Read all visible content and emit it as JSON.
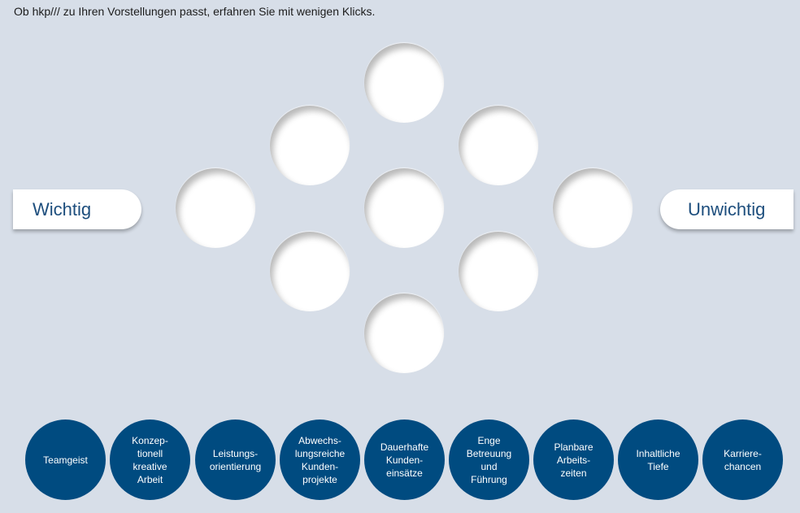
{
  "intro_text": "Ob hkp/// zu Ihren Vorstellungen passt, erfahren Sie mit wenigen Klicks.",
  "labels": {
    "left": "Wichtig",
    "right": "Unwichtig"
  },
  "colors": {
    "background": "#d7dee8",
    "chip": "#004b80",
    "accent_text": "#1d4e7d",
    "slot": "#ffffff"
  },
  "chips": [
    {
      "label": "Teamgeist"
    },
    {
      "label": "Konzep-\ntionell\nkreative\nArbeit"
    },
    {
      "label": "Leistungs-\norientierung"
    },
    {
      "label": "Abwechs-\nlungsreiche\nKunden-\nprojekte"
    },
    {
      "label": "Dauerhafte\nKunden-\neinsätze"
    },
    {
      "label": "Enge\nBetreuung\nund\nFührung"
    },
    {
      "label": "Planbare\nArbeits-\nzeiten"
    },
    {
      "label": "Inhaltliche\nTiefe"
    },
    {
      "label": "Karriere-\nchancen"
    }
  ]
}
